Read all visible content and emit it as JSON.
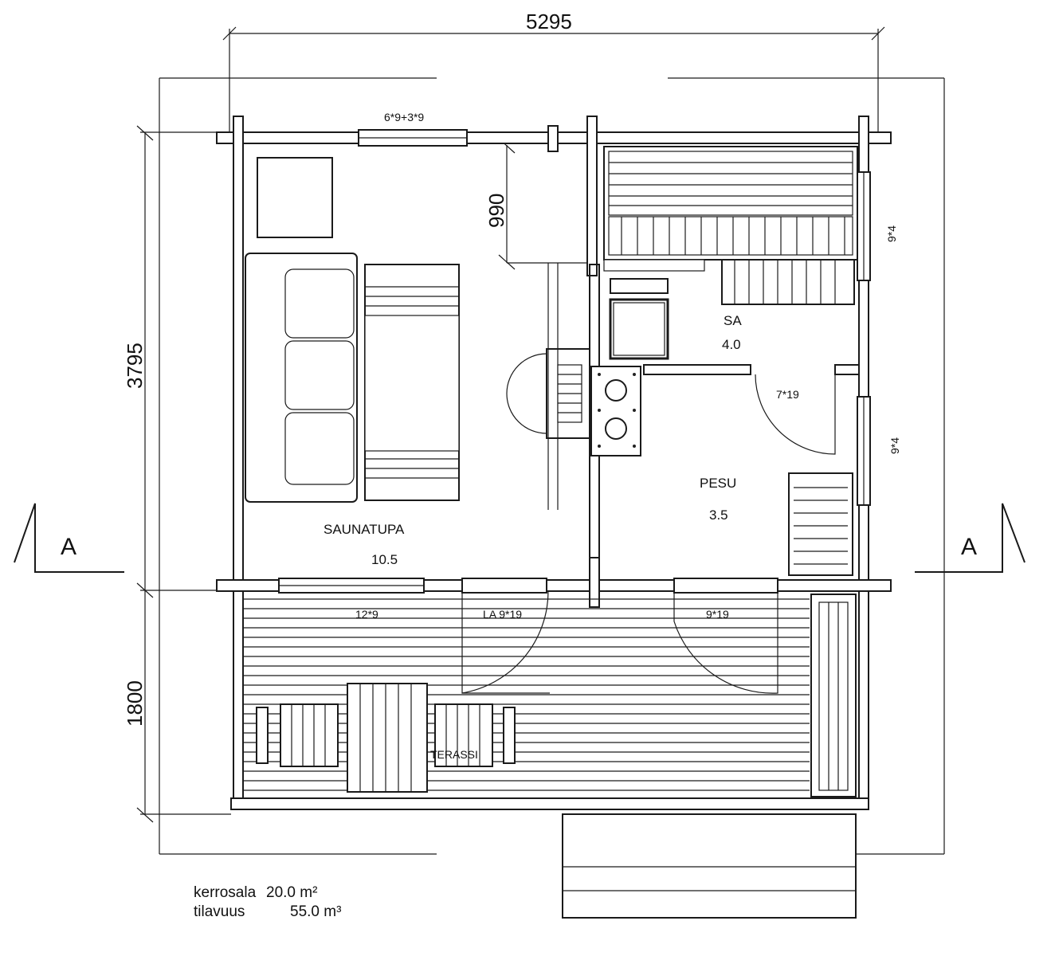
{
  "dimensions": {
    "width": "5295",
    "height_main": "3795",
    "height_terrace": "1800",
    "door_clearance": "990"
  },
  "rooms": {
    "saunatupa": {
      "name": "SAUNATUPA",
      "area": "10.5"
    },
    "sauna": {
      "name": "SA",
      "area": "4.0"
    },
    "pesu": {
      "name": "PESU",
      "area": "3.5"
    },
    "terassi": {
      "name": "TERASSI"
    }
  },
  "openings": {
    "top_window": "6*9+3*9",
    "sauna_window": "9*4",
    "pesu_window": "9*4",
    "sauna_door": "7*19",
    "front_window": "12*9",
    "front_door": "LA 9*19",
    "pesu_door": "9*19"
  },
  "section_marker": "A",
  "summary": {
    "floor_area_label": "kerrosala",
    "floor_area_value": "20.0 m²",
    "volume_label": "tilavuus",
    "volume_value": "55.0 m³"
  }
}
